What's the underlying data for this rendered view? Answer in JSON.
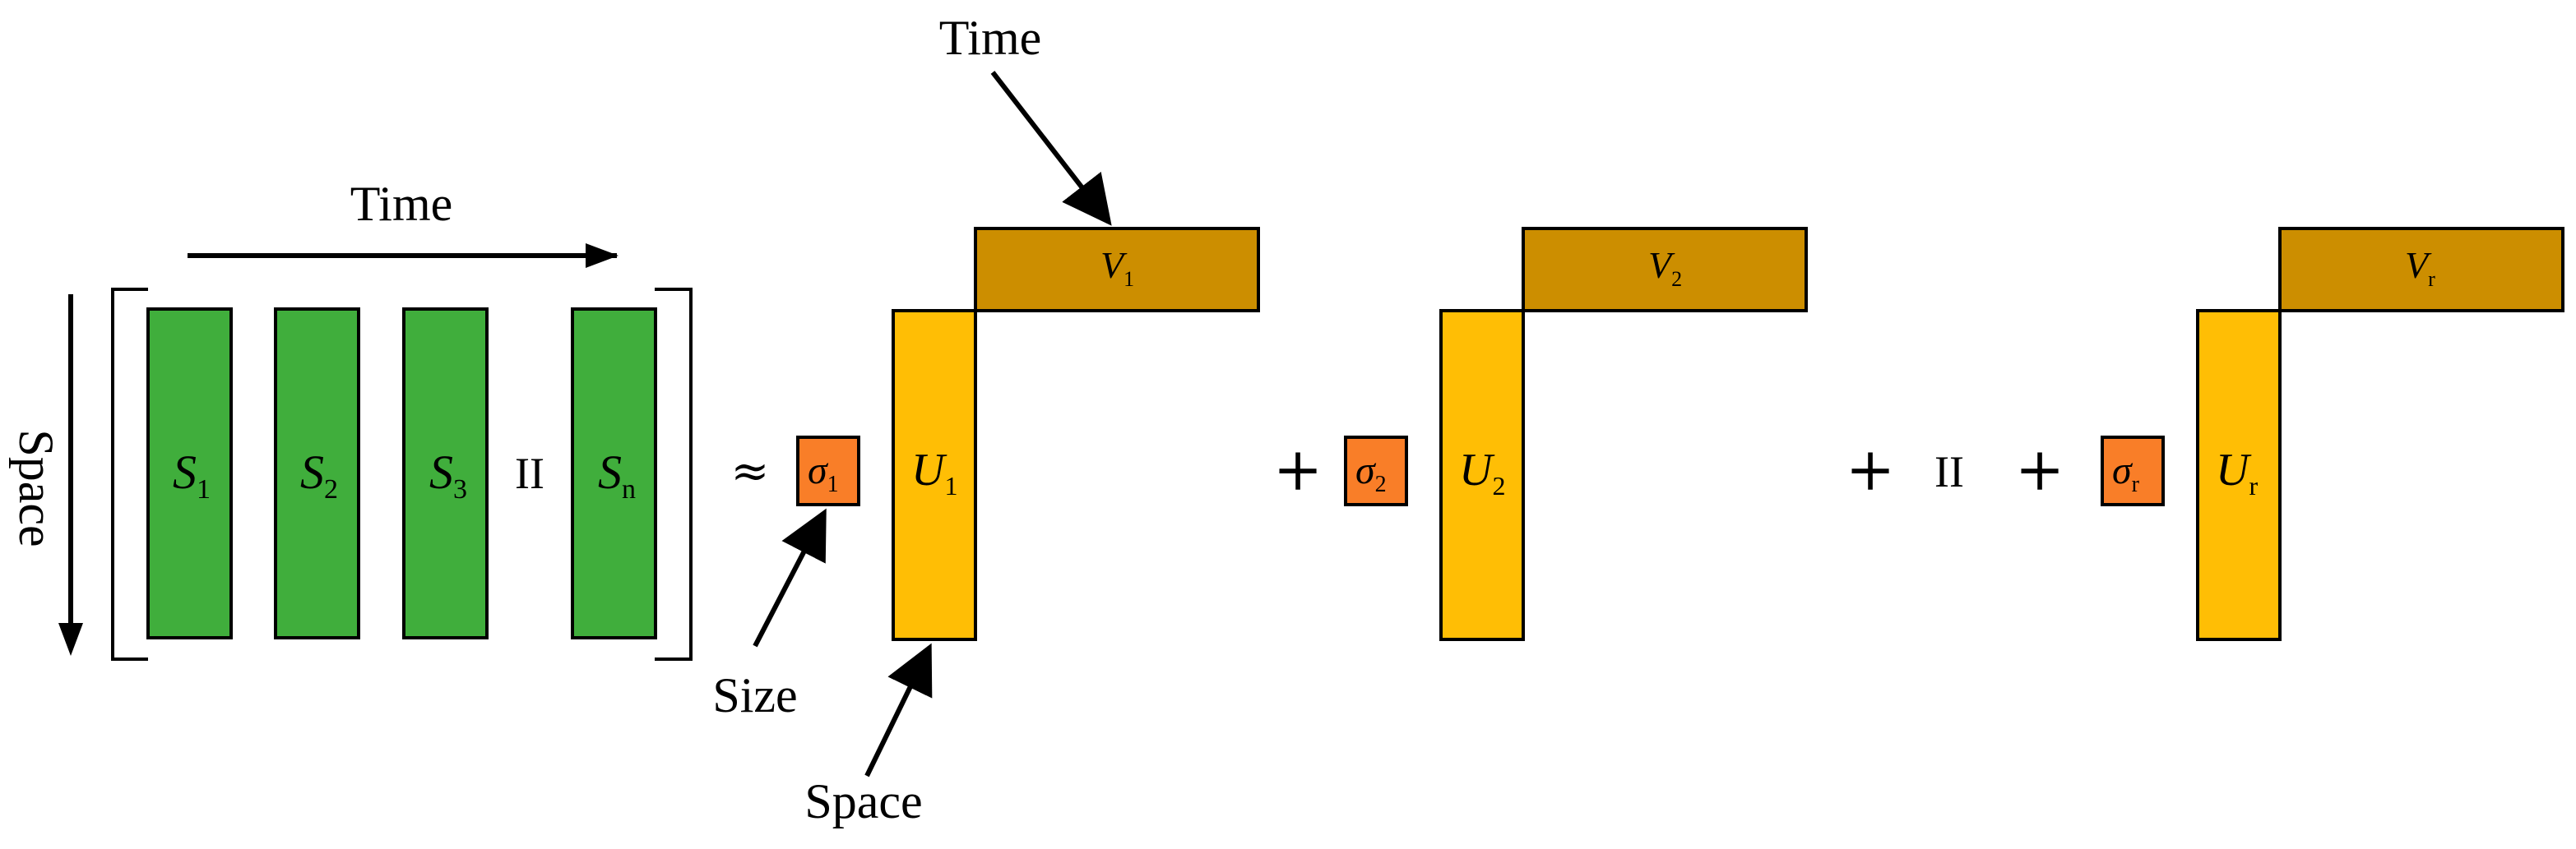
{
  "labels": {
    "time_top": "Time",
    "time_left": "Time",
    "space_left": "Space",
    "size": "Size",
    "space_bottom": "Space"
  },
  "matrix": {
    "columns": [
      {
        "base": "S",
        "sub": "1"
      },
      {
        "base": "S",
        "sub": "2"
      },
      {
        "base": "S",
        "sub": "3"
      },
      {
        "base": "S",
        "sub": "n"
      }
    ],
    "ellipsis": "II"
  },
  "operators": {
    "approx": "≈",
    "plus_1": "+",
    "plus_2": "+",
    "ellipsis": "II"
  },
  "terms": [
    {
      "sigma": {
        "base": "σ",
        "sub": "1"
      },
      "u": {
        "base": "U",
        "sub": "1"
      },
      "v": {
        "base": "V",
        "sub": "1"
      }
    },
    {
      "sigma": {
        "base": "σ",
        "sub": "2"
      },
      "u": {
        "base": "U",
        "sub": "2"
      },
      "v": {
        "base": "V",
        "sub": "2"
      }
    },
    {
      "sigma": {
        "base": "σ",
        "sub": "r"
      },
      "u": {
        "base": "U",
        "sub": "r"
      },
      "v": {
        "base": "V",
        "sub": "r"
      }
    }
  ],
  "colors": {
    "snapshot_green": "#40AE3C",
    "sigma_orange": "#F97E28",
    "u_yellow": "#FFBE05",
    "v_gold": "#CC8E00",
    "stroke": "#000000"
  }
}
